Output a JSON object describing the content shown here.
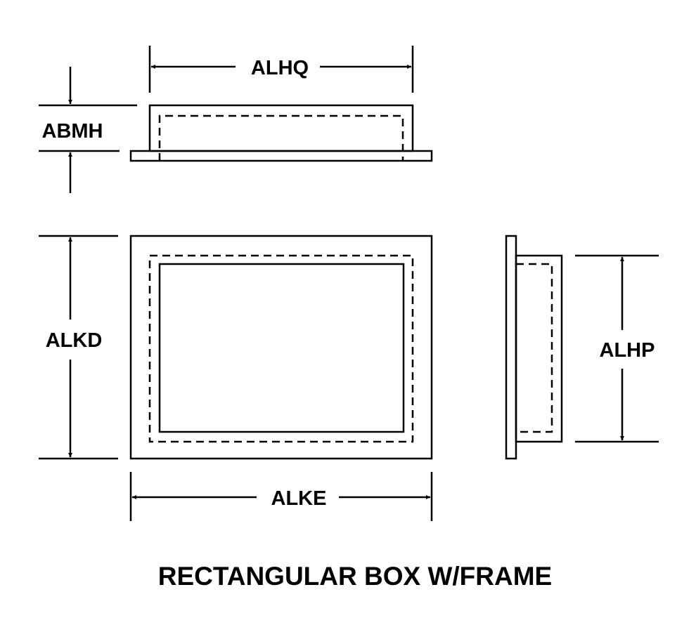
{
  "dimensions": {
    "top_width": "ALHQ",
    "top_height": "ABMH",
    "front_height": "ALKD",
    "front_width": "ALKE",
    "side_height": "ALHP"
  },
  "title": "RECTANGULAR BOX W/FRAME"
}
